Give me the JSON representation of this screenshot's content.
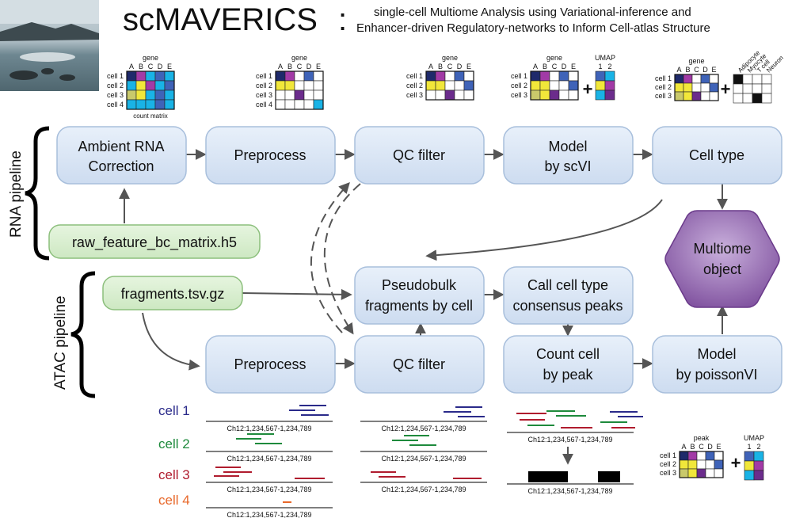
{
  "title": {
    "main": "scMAVERICS",
    "colon": ":",
    "line1": "single-cell Multiome Analysis using Variational-inference and",
    "line2": "Enhancer-driven Regulatory-networks to Inform Cell-atlas Structure"
  },
  "pipelines": {
    "rna": "RNA pipeline",
    "atac": "ATAC pipeline"
  },
  "inputs": {
    "rna_file": "raw_feature_bc_matrix.h5",
    "atac_file": "fragments.tsv.gz"
  },
  "rna_steps": {
    "ambient_line1": "Ambient RNA",
    "ambient_line2": "Correction",
    "preprocess": "Preprocess",
    "qc": "QC filter",
    "model_line1": "Model",
    "model_line2": "by scVI",
    "celltype": "Cell type"
  },
  "atac_steps": {
    "pseudo_line1": "Pseudobulk",
    "pseudo_line2": "fragments by cell",
    "consensus_line1": "Call cell type",
    "consensus_line2": "consensus peaks",
    "preprocess": "Preprocess",
    "qc": "QC filter",
    "count_line1": "Count cell",
    "count_line2": "by peak",
    "model_line1": "Model",
    "model_line2": "by poissonVI"
  },
  "multiome": {
    "line1": "Multiome",
    "line2": "object"
  },
  "matrix_labels": {
    "gene": "gene",
    "peak": "peak",
    "umap": "UMAP",
    "count_matrix": "count matrix",
    "cols": [
      "A",
      "B",
      "C",
      "D",
      "E"
    ],
    "umap_cols": [
      "1",
      "2"
    ],
    "cells": [
      "cell 1",
      "cell 2",
      "cell 3",
      "cell 4"
    ],
    "celltypes": [
      "Adipocyte",
      "Myocyte",
      "T cell",
      "Neuron"
    ],
    "plus": "+"
  },
  "atac_cells": {
    "names": [
      "cell 1",
      "cell 2",
      "cell 3",
      "cell 4"
    ],
    "colors": [
      "#2a2a8a",
      "#1e8a3c",
      "#b01c2e",
      "#e8682a"
    ],
    "coord": "Ch12:1,234,567-1,234,789"
  },
  "colors": {
    "box_fill": "#d6e4f5",
    "box_stroke": "#9fb7d6",
    "input_fill": "#d8efd0",
    "input_stroke": "#8cbf7c",
    "hex_fill": "#8a5aa8",
    "arrow": "#555555"
  }
}
